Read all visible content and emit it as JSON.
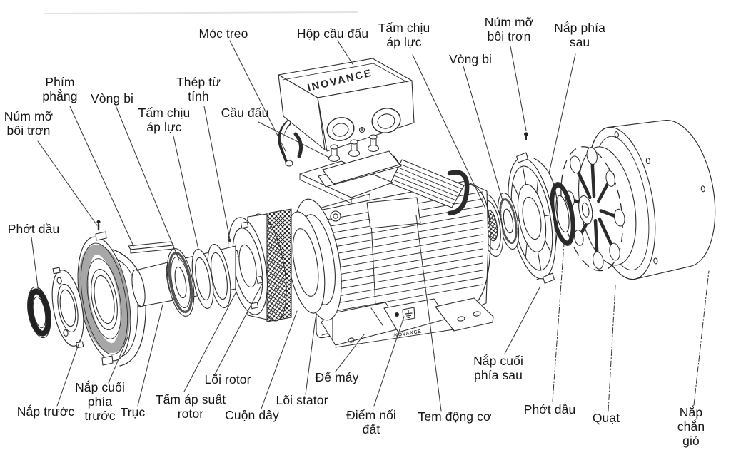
{
  "diagram": {
    "brand_terminal_box": "INOVANCE",
    "brand_base": "INOVANCE"
  },
  "labels": [
    {
      "id": "moc-treo",
      "text": "Móc treo"
    },
    {
      "id": "hop-cau-dau",
      "text": "Hộp cầu đấu"
    },
    {
      "id": "tam-chiu-ap-luc-tren",
      "text": "Tấm chịu\náp lực"
    },
    {
      "id": "vong-bi-sau",
      "text": "Vòng bi"
    },
    {
      "id": "num-mo-boi-tron-sau",
      "text": "Núm mỡ\nbôi trơn"
    },
    {
      "id": "nap-phia-sau",
      "text": "Nắp phía\nsau"
    },
    {
      "id": "phim-phang",
      "text": "Phím\nphẳng"
    },
    {
      "id": "vong-bi-truoc",
      "text": "Vòng bi"
    },
    {
      "id": "thep-tu-tinh",
      "text": "Thép từ\ntính"
    },
    {
      "id": "tam-chiu-ap-luc-truoc",
      "text": "Tấm chịu\náp lực"
    },
    {
      "id": "cau-dau",
      "text": "Cầu đấu"
    },
    {
      "id": "num-mo-boi-tron-truoc",
      "text": "Núm mỡ\nbôi trơn"
    },
    {
      "id": "phot-dau-truoc",
      "text": "Phớt dầu"
    },
    {
      "id": "nap-truoc",
      "text": "Nắp trước"
    },
    {
      "id": "nap-cuoi-phia-truoc",
      "text": "Nắp cuối\nphía\ntrước"
    },
    {
      "id": "truc",
      "text": "Trục"
    },
    {
      "id": "tam-ap-suat-rotor",
      "text": "Tấm áp suất\nrotor"
    },
    {
      "id": "loi-rotor",
      "text": "Lõi rotor"
    },
    {
      "id": "cuon-day",
      "text": "Cuộn dây"
    },
    {
      "id": "loi-stator",
      "text": "Lõi stator"
    },
    {
      "id": "de-may",
      "text": "Đế máy"
    },
    {
      "id": "diem-noi-dat",
      "text": "Điểm nối\nđất"
    },
    {
      "id": "tem-dong-co",
      "text": "Tem động cơ"
    },
    {
      "id": "nap-cuoi-phia-sau",
      "text": "Nắp cuối\nphía sau"
    },
    {
      "id": "phot-dau-sau",
      "text": "Phớt dầu"
    },
    {
      "id": "quat",
      "text": "Quạt"
    },
    {
      "id": "nap-chan-gio",
      "text": "Nắp chắn\ngió"
    }
  ]
}
